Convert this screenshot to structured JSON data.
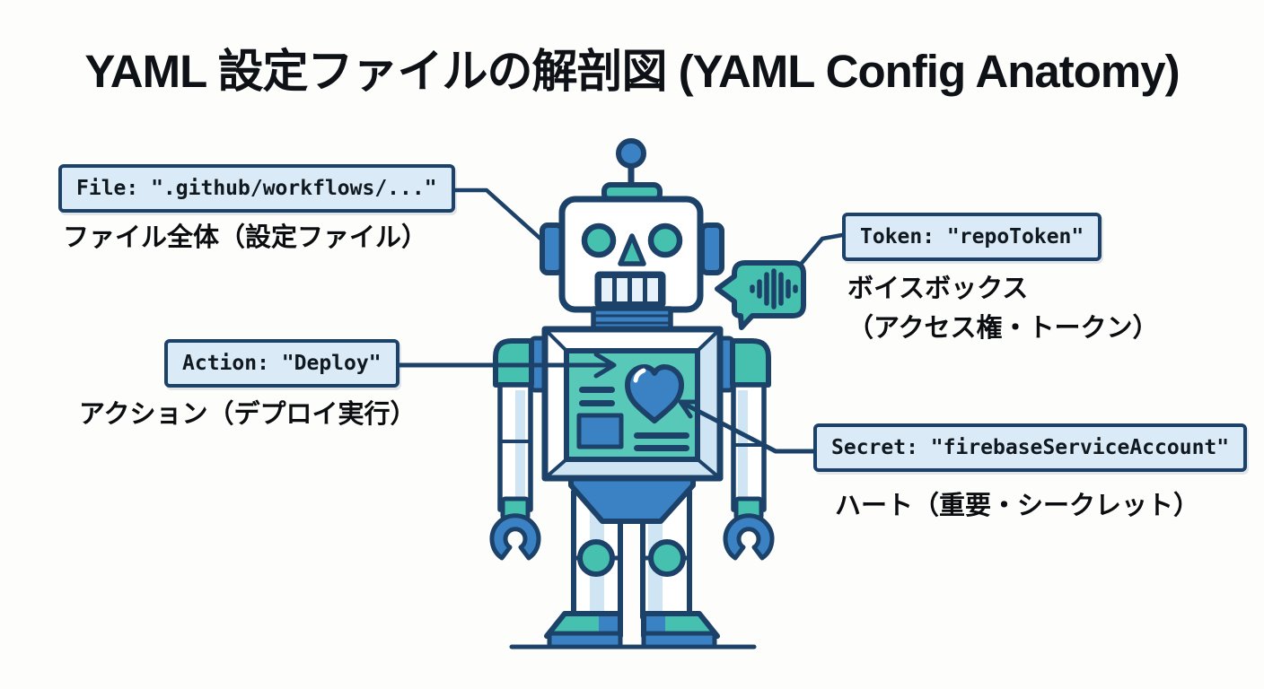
{
  "title": "YAML 設定ファイルの解剖図 (YAML Config Anatomy)",
  "colors": {
    "navy": "#1d4269",
    "blue": "#3b82c4",
    "teal": "#47c1af",
    "panel_teal": "#58c8b8",
    "light_blue": "#cfe5f4",
    "box_bg": "#daeaf7",
    "bg": "#fdfdfb",
    "text": "#0e1116"
  },
  "labels": {
    "file": {
      "code": "File: \".github/workflows/...\"",
      "caption": "ファイル全体（設定ファイル）"
    },
    "action": {
      "code": "Action: \"Deploy\"",
      "caption": "アクション（デプロイ実行）"
    },
    "token": {
      "code": "Token: \"repoToken\"",
      "caption": "ボイスボックス\n（アクセス権・トークン）"
    },
    "secret": {
      "code": "Secret: \"firebaseServiceAccount\"",
      "caption": "ハート（重要・シークレット）"
    }
  },
  "figure": {
    "type": "robot-illustration",
    "icons": [
      "antenna-icon",
      "robot-head-icon",
      "speech-bubble-voice-waveform-icon",
      "heart-icon",
      "claw-hand-icon"
    ]
  }
}
